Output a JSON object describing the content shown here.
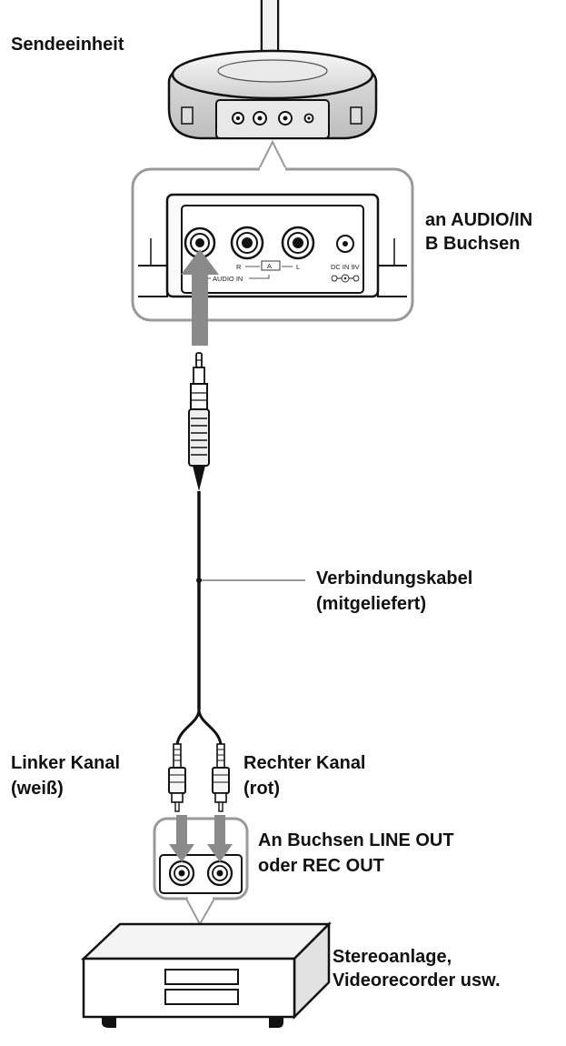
{
  "labels": {
    "transmitter": "Sendeeinheit",
    "audio_in_line1": "an AUDIO/IN",
    "audio_in_line2": "B Buchsen",
    "cable_line1": "Verbindungskabel",
    "cable_line2": "(mitgeliefert)",
    "left_channel_line1": "Linker Kanal",
    "left_channel_line2": "(weiß)",
    "right_channel_line1": "Rechter Kanal",
    "right_channel_line2": "(rot)",
    "line_out_line1": "An Buchsen LINE OUT",
    "line_out_line2": "oder REC OUT",
    "stereo_line1": "Stereoanlage,",
    "stereo_line2": "Videorecorder usw."
  },
  "panel_markings": {
    "r": "R",
    "a": "A",
    "l": "L",
    "audio_in": "AUDIO IN",
    "dc_in": "DC IN 9V"
  },
  "colors": {
    "arrow": "#8a8a8a",
    "outline": "#111111",
    "callout": "#9a9a9a"
  }
}
